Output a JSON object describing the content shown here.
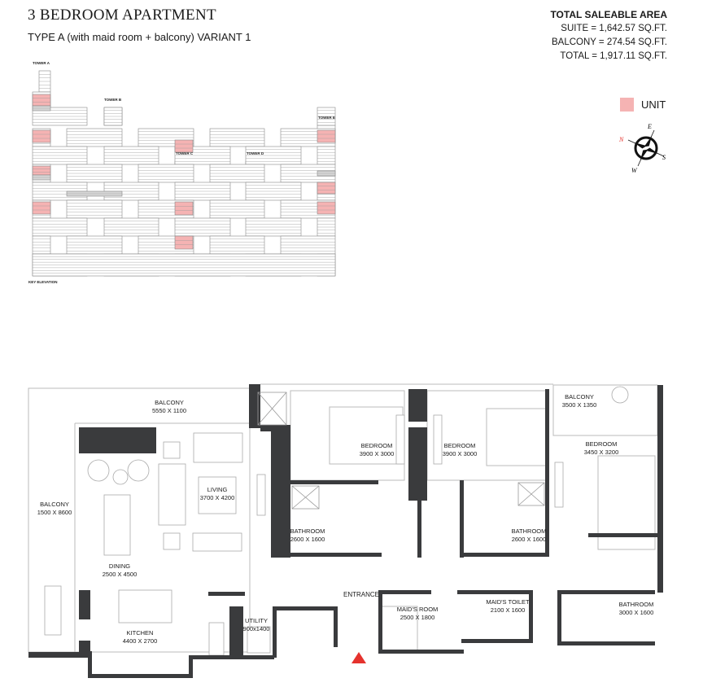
{
  "header": {
    "title": "3 BEDROOM APARTMENT",
    "subtitle": "TYPE A (with maid room + balcony) VARIANT 1"
  },
  "area": {
    "heading": "TOTAL SALEABLE AREA",
    "suite": "SUITE = 1,642.57 SQ.FT.",
    "balcony": "BALCONY = 274.54 SQ.FT.",
    "total": "TOTAL = 1,917.11 SQ.FT."
  },
  "legend": {
    "label": "UNIT",
    "color": "#f5b3b3"
  },
  "compass": {
    "n": "N",
    "e": "E",
    "s": "S",
    "w": "W"
  },
  "elevation": {
    "towers": [
      "TOWER A",
      "TOWER B",
      "TOWER C",
      "TOWER D",
      "TOWER E"
    ],
    "caption": "KEY ELEVATION"
  },
  "rooms": [
    {
      "name": "BALCONY",
      "size": "5550 X 1100"
    },
    {
      "name": "BALCONY",
      "size": "1500 X 8600"
    },
    {
      "name": "LIVING",
      "size": "3700 X 4200"
    },
    {
      "name": "DINING",
      "size": "2500 X 4500"
    },
    {
      "name": "KITCHEN",
      "size": "4400 X 2700"
    },
    {
      "name": "UTILITY",
      "size": "900x1400"
    },
    {
      "name": "BATHROOM",
      "size": "2600 X 1600"
    },
    {
      "name": "BEDROOM",
      "size": "3900 X 3000"
    },
    {
      "name": "BEDROOM",
      "size": "3900 X 3000"
    },
    {
      "name": "BATHROOM",
      "size": "2600 X 1600"
    },
    {
      "name": "BALCONY",
      "size": "3500 X 1350"
    },
    {
      "name": "BEDROOM",
      "size": "3450 X 3200"
    },
    {
      "name": "MAID'S ROOM",
      "size": "2500 X 1800"
    },
    {
      "name": "MAID'S TOILET",
      "size": "2100 X 1600"
    },
    {
      "name": "BATHROOM",
      "size": "3000 X 1600"
    }
  ],
  "entrance": "ENTRANCE",
  "colors": {
    "wall": "#3a3b3d",
    "unit": "#f5b3b3",
    "arrow": "#e5322d"
  }
}
